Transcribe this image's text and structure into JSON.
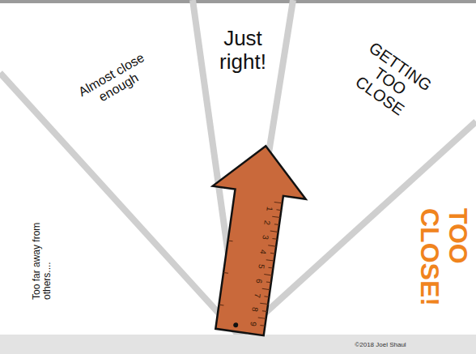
{
  "diagram": {
    "labels": [
      "Too far away from others....",
      "Almost close enough",
      "Just right!",
      "GETTING TOO CLOSE",
      "TOO CLOSE!",
      "1",
      "2",
      "3",
      "4",
      "5",
      "6",
      "7",
      "8",
      "9",
      "©2018 Joel Shaul"
    ]
  }
}
